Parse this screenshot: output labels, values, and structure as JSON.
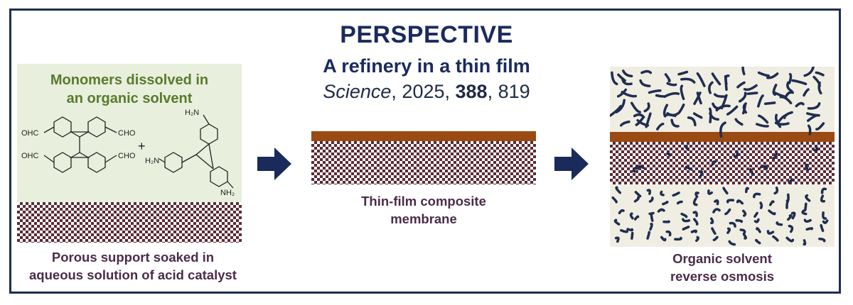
{
  "header": {
    "kicker": "PERSPECTIVE",
    "title": "A refinery in a thin film",
    "citation": {
      "journal": "Science",
      "year_sep": ", 2025, ",
      "volume": "388",
      "page_sep": ", 819"
    }
  },
  "left_panel": {
    "title_line1": "Monomers dissolved in",
    "title_line2": "an organic solvent",
    "chem_labels": {
      "cho_left_top": "OHC",
      "cho_left_bottom": "OHC",
      "cho_right_top": "CHO",
      "cho_right_bottom": "CHO",
      "plus": "+",
      "nh2_top": "H₂N",
      "nh2_left": "H₂N",
      "nh2_bottom": "NH₂"
    },
    "caption_line1": "Porous support soaked in",
    "caption_line2": "aqueous solution of acid catalyst"
  },
  "middle_panel": {
    "caption_line1": "Thin-film composite",
    "caption_line2": "membrane"
  },
  "right_panel": {
    "caption_line1": "Organic solvent",
    "caption_line2": "reverse osmosis"
  },
  "colors": {
    "navy": "#1b2a5e",
    "arrow": "#1a2a5a",
    "mesh_dark": "#5a2a35",
    "copper": "#9a4a12",
    "panel_green": "#e8efdc",
    "speckle_bg": "#f0ede3",
    "squiggle": "#1f2d4f"
  }
}
